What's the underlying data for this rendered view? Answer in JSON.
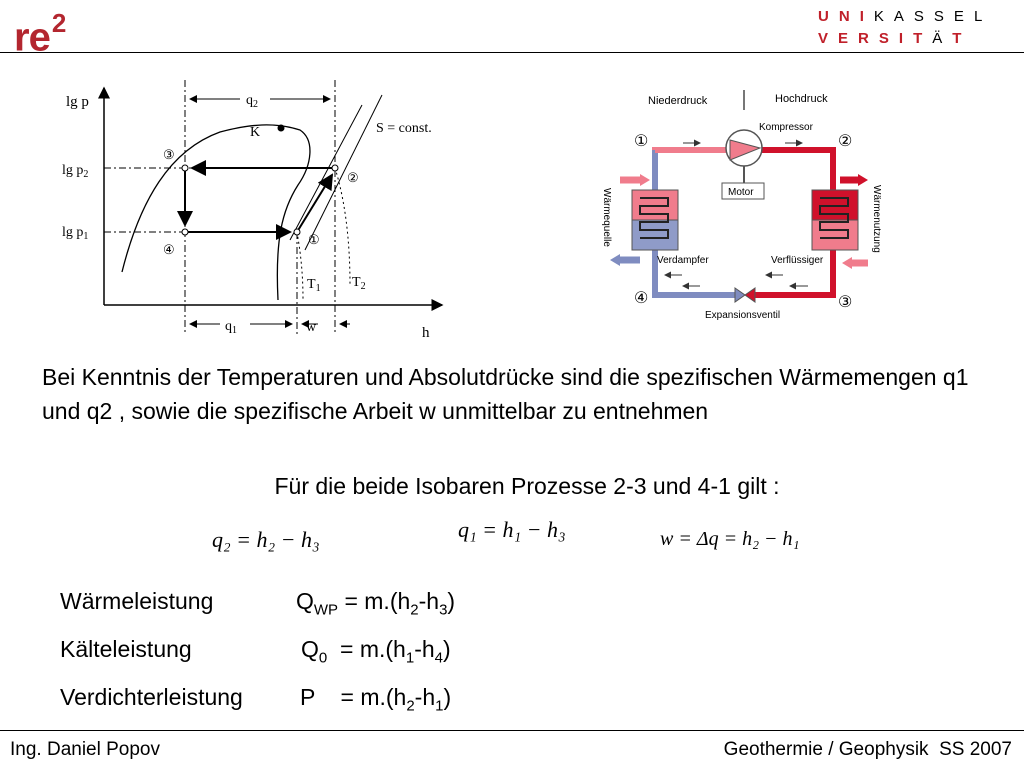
{
  "header": {
    "logo_text": "re",
    "logo_sup": "2",
    "uni_line1": [
      "U",
      "N",
      "I",
      "K",
      "A",
      "S",
      "S",
      "E",
      "L"
    ],
    "uni_line2": [
      "V",
      "E",
      "R",
      "S",
      "I",
      "T",
      "Ä",
      "T"
    ]
  },
  "left_diagram": {
    "y_axis_label": "lg p",
    "x_axis_label": "h",
    "lg_p2": "lg p",
    "lg_p2_sub": "2",
    "lg_p1": "lg p",
    "lg_p1_sub": "1",
    "q2": "q",
    "q2_sub": "2",
    "q1": "q",
    "q1_sub": "1",
    "w": "w",
    "k": "K",
    "s_const": "S = const.",
    "t1": "T",
    "t1_sub": "1",
    "t2": "T",
    "t2_sub": "2",
    "point1": "①",
    "point2": "②",
    "point3": "③",
    "point4": "④"
  },
  "right_diagram": {
    "low_pressure": "Niederdruck",
    "high_pressure": "Hochdruck",
    "compressor": "Kompressor",
    "motor": "Motor",
    "heat_source": "Wärmequelle",
    "heat_use": "Wärmenutzung",
    "evaporator": "Verdampfer",
    "condenser": "Verflüssiger",
    "expansion_valve": "Expansionsventil",
    "point1": "①",
    "point2": "②",
    "point3": "③",
    "point4": "④"
  },
  "text": {
    "paragraph": "Bei Kenntnis der Temperaturen und Absolutdrücke sind die spezifischen Wärmemengen q1 und q2 , sowie die spezifische Arbeit w unmittelbar zu entnehmen",
    "isobar_line": "Für die beide Isobaren Prozesse 2-3 und 4-1 gilt :"
  },
  "equations": {
    "eq1": "q₂ = h₂ − h₃",
    "eq2": "q₁ = h₁ − h₃",
    "eq3": "w = Δq = h₂ − h₁"
  },
  "power_rows": [
    {
      "label": "Wärmeleistung",
      "symbol": "Q",
      "symbol_sub": "WP",
      "formula_a": " = m.(h",
      "sub_a": "2",
      "formula_b": "-h",
      "sub_b": "3",
      "formula_c": ")"
    },
    {
      "label": "Kälteleistung",
      "symbol": "Q",
      "symbol_sub": "0",
      "formula_a": "  = m.(h",
      "sub_a": "1",
      "formula_b": "-h",
      "sub_b": "4",
      "formula_c": ")"
    },
    {
      "label": "Verdichterleistung",
      "symbol": "P",
      "symbol_sub": "",
      "formula_a": "    = m.(h",
      "sub_a": "2",
      "formula_b": "-h",
      "sub_b": "1",
      "formula_c": ")"
    }
  ],
  "footer": {
    "author": "Ing. Daniel Popov",
    "course": "Geothermie / Geophysik  SS 2007"
  },
  "colors": {
    "brand_red": "#b3262f",
    "hot_red": "#d0112b",
    "pink": "#f07c8c",
    "cold_blue": "#8f9bc8",
    "pipe_blue": "#7f8cc0"
  }
}
